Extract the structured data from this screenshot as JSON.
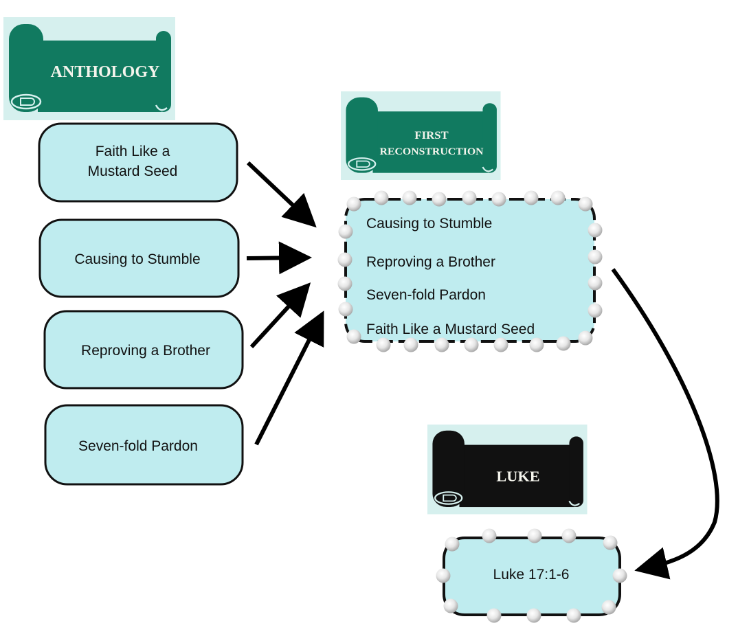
{
  "colors": {
    "box_fill": "#bfecef",
    "box_stroke": "#111111",
    "scroll_green": "#117a60",
    "scroll_black": "#111111",
    "scroll_bg": "#d6f0ee",
    "arrow": "#000000"
  },
  "scrolls": {
    "anthology": {
      "label": "Anthology",
      "label_small_caps": "ANTHOLOGY"
    },
    "first_reconstruction": {
      "line1": "FIRST",
      "line2": "RECONSTRUCTION"
    },
    "luke": {
      "label": "LUKE"
    }
  },
  "source_boxes": [
    {
      "lines": [
        "Faith Like a",
        "Mustard Seed"
      ]
    },
    {
      "lines": [
        "Causing to Stumble"
      ]
    },
    {
      "lines": [
        "Reproving a Brother"
      ]
    },
    {
      "lines": [
        "Seven-fold Pardon"
      ]
    }
  ],
  "reconstruction_box": {
    "items": [
      "Causing to Stumble",
      "Reproving a Brother",
      "Seven-fold Pardon",
      "Faith Like a Mustard Seed"
    ]
  },
  "luke_box": {
    "label": "Luke 17:1-6"
  }
}
